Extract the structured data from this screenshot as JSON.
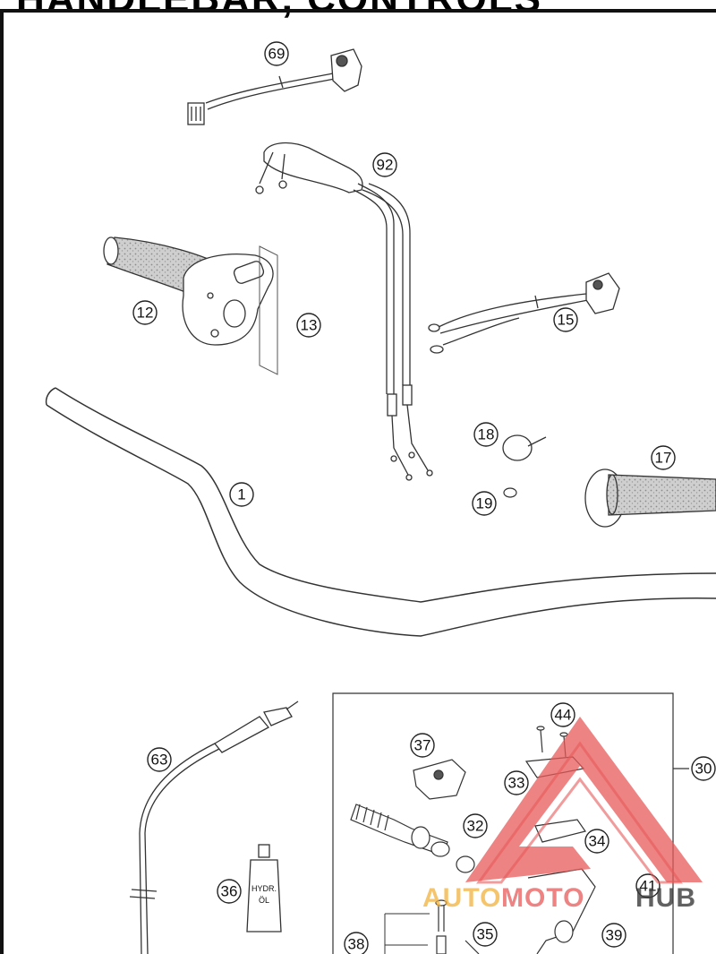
{
  "header": {
    "title": "HANDLEBAR, CONTROLS"
  },
  "callouts": {
    "c69": "69",
    "c92": "92",
    "c12": "12",
    "c13": "13",
    "c15": "15",
    "c18": "18",
    "c17": "17",
    "c1": "1",
    "c19": "19",
    "c44": "44",
    "c63": "63",
    "c37": "37",
    "c30": "30",
    "c33": "33",
    "c32": "32",
    "c34": "34",
    "c36": "36",
    "c41": "41",
    "c39": "39",
    "c35": "35",
    "c38": "38"
  },
  "bottle_label": {
    "line1": "HYDR.",
    "line2": "ÖL"
  },
  "watermark": {
    "part1": "AUTO",
    "part2": "MOTO",
    "part3": "HUB",
    "color_primary": "#e85a5a",
    "color_secondary": "#f2b13c",
    "color_dark": "#3a3a3a"
  },
  "colors": {
    "line": "#222222",
    "grip_texture": "#bdbdbd"
  }
}
